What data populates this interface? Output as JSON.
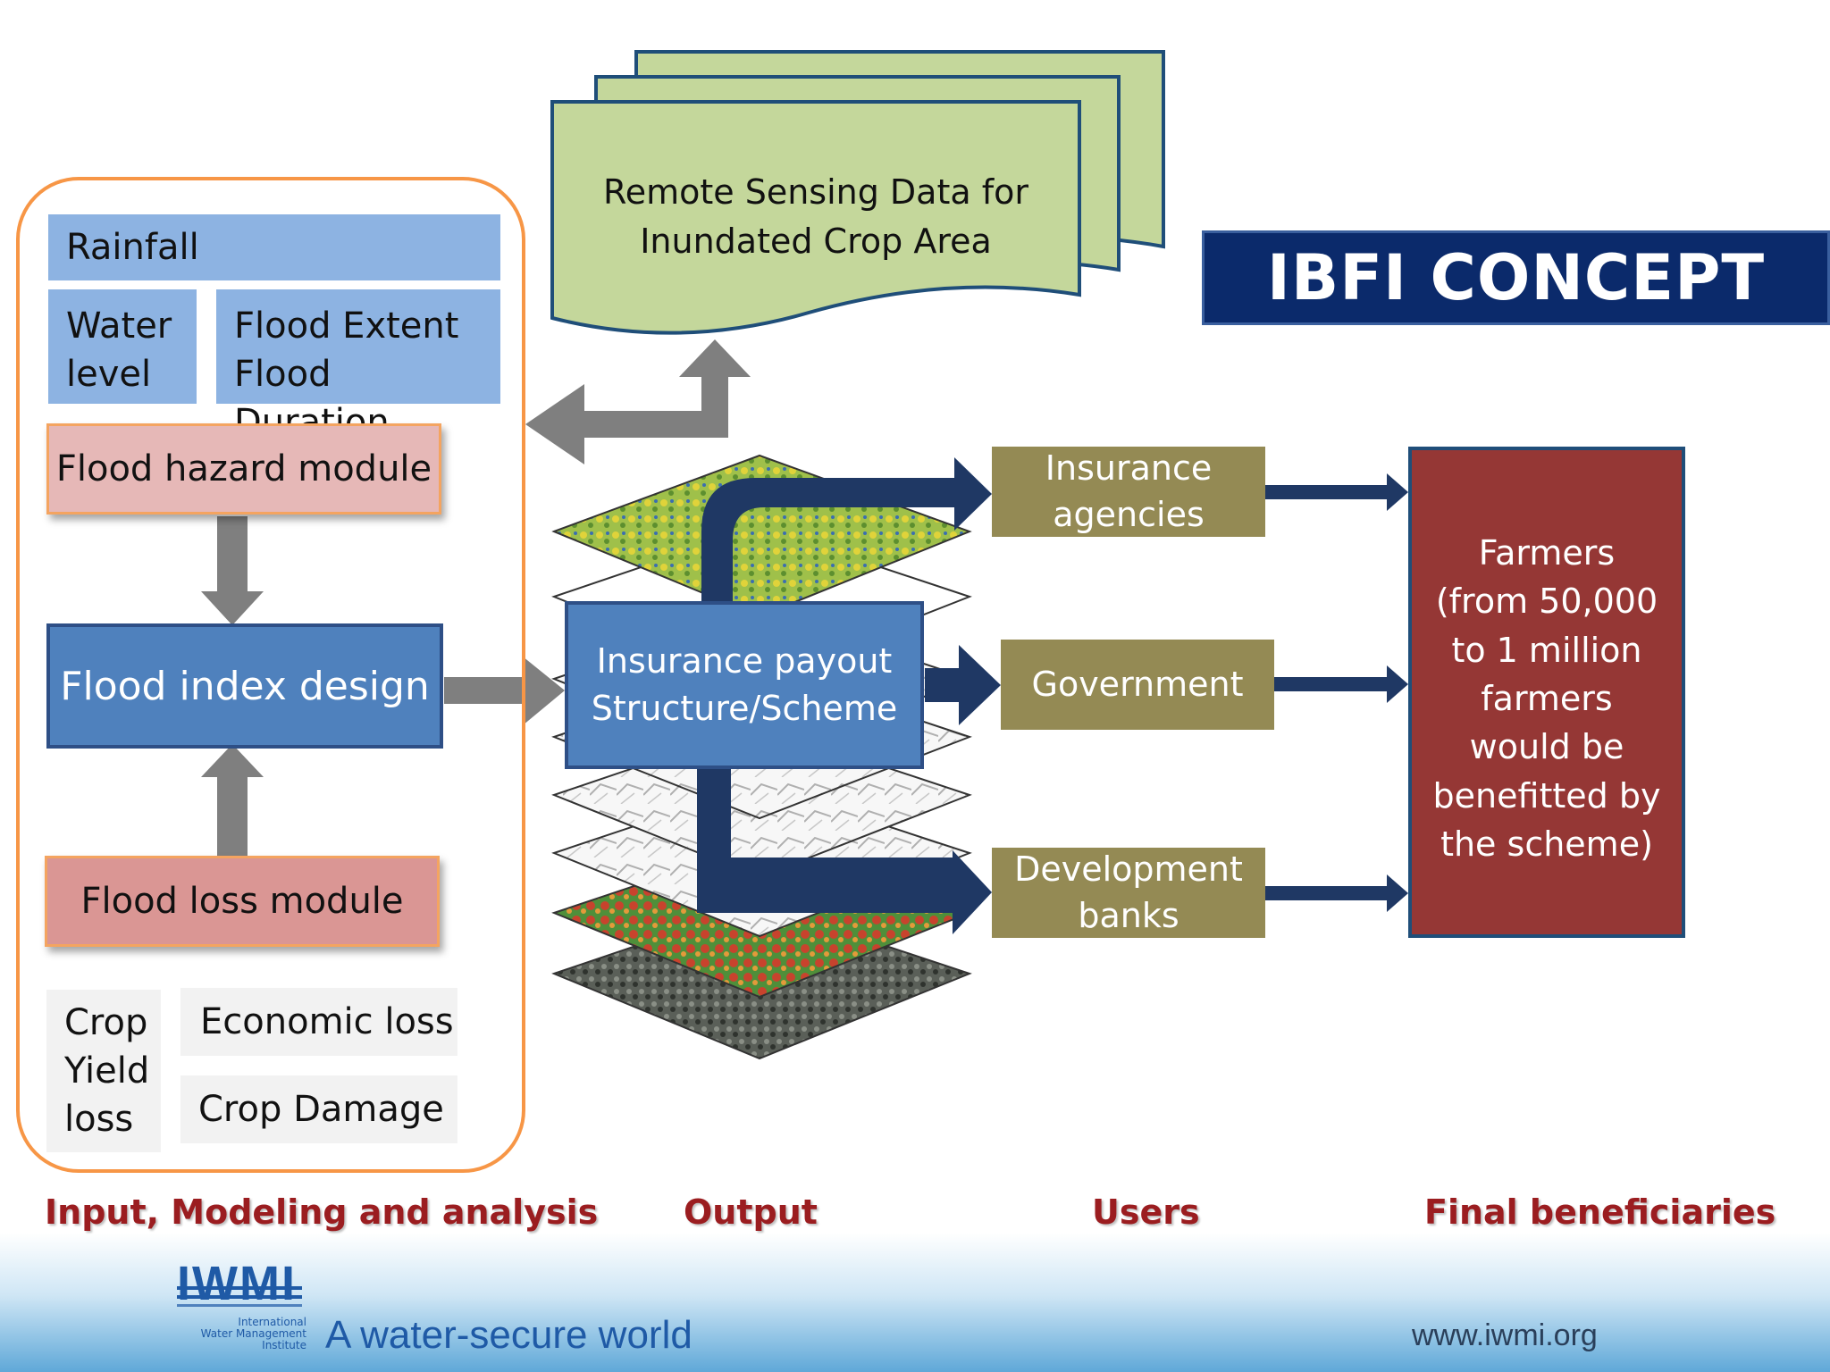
{
  "title": "IBFI CONCEPT",
  "inputs": {
    "rainfall": "Rainfall",
    "water_level": "Water level",
    "flood_extent": "Flood Extent",
    "flood_duration": "Flood Duration",
    "flood_hazard_module": "Flood hazard module",
    "flood_index_design": "Flood index design",
    "flood_loss_module": "Flood loss module",
    "crop_yield_loss": "Crop Yield loss",
    "economic_loss": "Economic loss",
    "crop_damage": "Crop Damage"
  },
  "remote_sensing": {
    "line1": "Remote Sensing Data for",
    "line2": "Inundated Crop Area"
  },
  "output": {
    "line1": "Insurance payout",
    "line2": "Structure/Scheme"
  },
  "users": {
    "insurance_line1": "Insurance",
    "insurance_line2": "agencies",
    "government": "Government",
    "dev_line1": "Development",
    "dev_line2": "banks"
  },
  "beneficiaries": {
    "lines": [
      "Farmers",
      "(from 50,000",
      "to 1 million",
      "farmers",
      "would be",
      "benefitted by",
      "the scheme)"
    ]
  },
  "footer_labels": {
    "input": "Input, Modeling and analysis",
    "output": "Output",
    "users": "Users",
    "final": "Final beneficiaries"
  },
  "branding": {
    "logo": "IWMI",
    "logo_sub1": "International",
    "logo_sub2": "Water Management",
    "logo_sub3": "Institute",
    "tagline": "A water-secure world",
    "url": "www.iwmi.org"
  },
  "colors": {
    "title_bg": "#0b2a6b",
    "beneficiary_bg": "#953735",
    "users_bg": "#948a54",
    "remote_bg": "#c4d79b",
    "arrow_gray": "#7f7f7f",
    "arrow_navy": "#1f3864",
    "panel_border": "#f79646",
    "footer_label": "#9b1d20"
  }
}
